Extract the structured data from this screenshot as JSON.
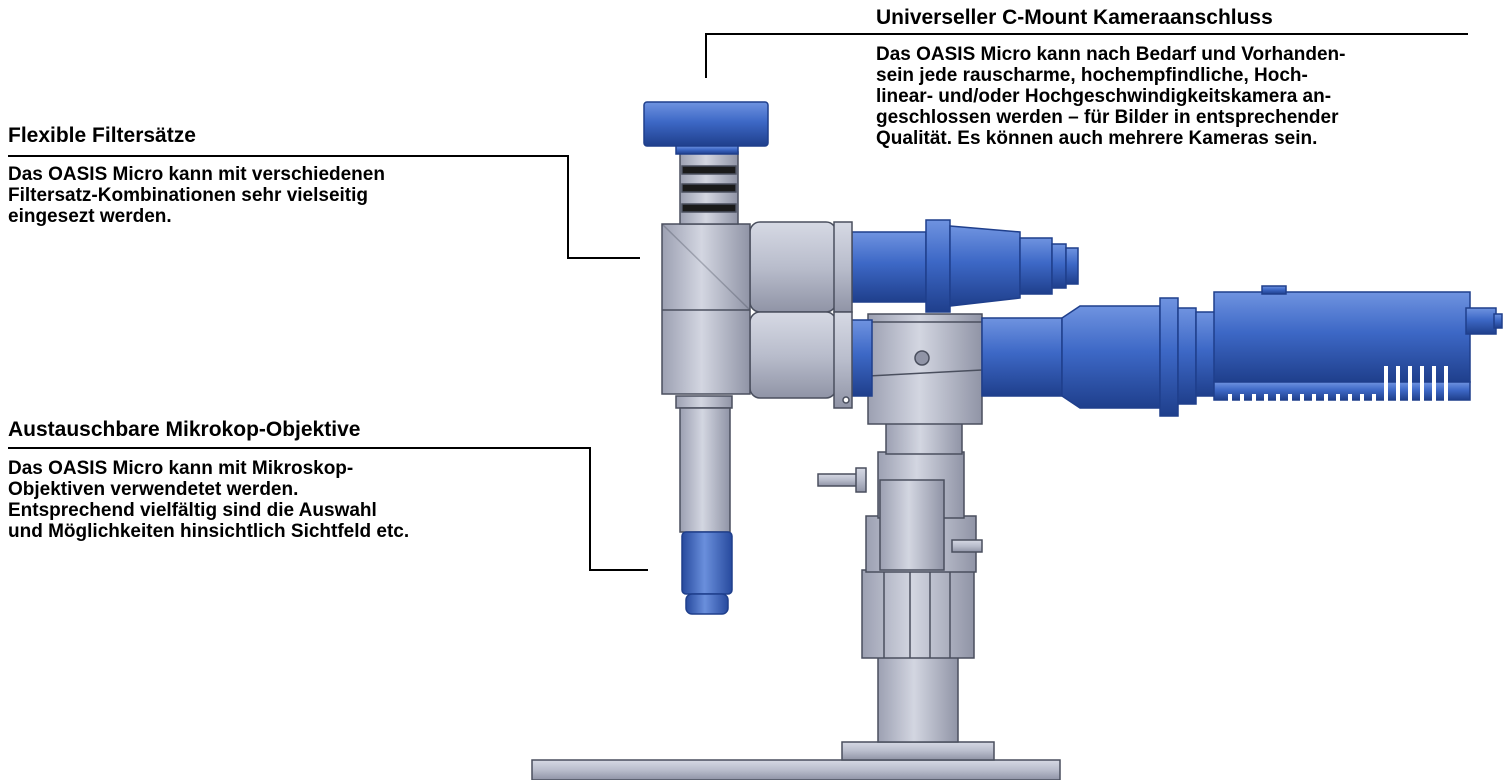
{
  "callouts": {
    "camera": {
      "title": "Universeller C-Mount Kameraanschluss",
      "text": "Das OASIS Micro kann nach Bedarf und Vorhanden-\nsein jede rauscharme, hochempfindliche,  Hoch-\nlinear- und/oder Hochgeschwindigkeitskamera an-\ngeschlossen werden – für Bilder in entsprechender\nQualität.  Es können auch mehrere Kameras sein."
    },
    "filter": {
      "title": "Flexible Filtersätze",
      "text": "Das OASIS Micro kann mit verschiedenen\nFiltersatz-Kombinationen sehr vielseitig\neingesezt werden."
    },
    "objective": {
      "title": "Austauschbare Mikrokop-Objektive",
      "text": "Das OASIS Micro kann mit Mikroskop-\nObjektiven verwendetet werden.\nEntsprechend vielfältig sind die Auswahl\nund Möglichkeiten hinsichtlich Sichtfeld etc."
    }
  },
  "colors": {
    "steel_light": "#c4c8d6",
    "steel_mid": "#a9aebf",
    "steel_dark": "#7d8293",
    "blue_light": "#5b82d6",
    "blue_mid": "#3562c0",
    "blue_dark": "#1f3f8c",
    "outline": "#4a4f5e",
    "leader": "#000000"
  }
}
